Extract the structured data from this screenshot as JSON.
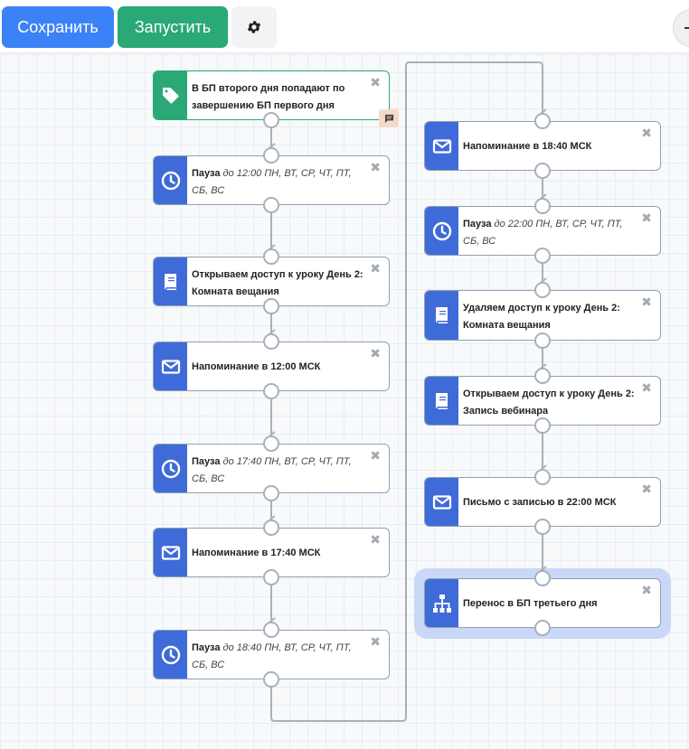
{
  "toolbar": {
    "save_label": "Сохранить",
    "run_label": "Запустить",
    "settings_icon": "gear-icon",
    "zoom_icon": "minus-icon"
  },
  "colors": {
    "save": "#3b82f6",
    "run": "#2aa876",
    "trigger": "#2aa876",
    "action": "#3f6bd8",
    "highlight": "#c9d8f7"
  },
  "nodes": [
    {
      "id": "trigger",
      "icon": "tag-icon",
      "title": "В БП второго дня попадают по завершению БП первого дня",
      "detail": ""
    },
    {
      "id": "pause-1",
      "icon": "clock-icon",
      "title": "Пауза",
      "detail": "до 12:00 ПН, ВТ, СР, ЧТ, ПТ, СБ, ВС"
    },
    {
      "id": "open-1",
      "icon": "book-icon",
      "title": "Открываем доступ к уроку День 2: Комната вещания",
      "detail": ""
    },
    {
      "id": "remind-1",
      "icon": "mail-icon",
      "title": "Напоминание в 12:00 МСК",
      "detail": ""
    },
    {
      "id": "pause-2",
      "icon": "clock-icon",
      "title": "Пауза",
      "detail": "до 17:40 ПН, ВТ, СР, ЧТ, ПТ, СБ, ВС"
    },
    {
      "id": "remind-2",
      "icon": "mail-icon",
      "title": "Напоминание в 17:40 МСК",
      "detail": ""
    },
    {
      "id": "pause-3",
      "icon": "clock-icon",
      "title": "Пауза",
      "detail": "до 18:40 ПН, ВТ, СР, ЧТ, ПТ, СБ, ВС"
    },
    {
      "id": "remind-3",
      "icon": "mail-icon",
      "title": "Напоминание в 18:40 МСК",
      "detail": ""
    },
    {
      "id": "pause-4",
      "icon": "clock-icon",
      "title": "Пауза",
      "detail": "до 22:00 ПН, ВТ, СР, ЧТ, ПТ, СБ, ВС"
    },
    {
      "id": "remove-access",
      "icon": "book-icon",
      "title": "Удаляем доступ к уроку День 2: Комната вещания",
      "detail": ""
    },
    {
      "id": "open-2",
      "icon": "book-icon",
      "title": "Открываем доступ к уроку День 2: Запись вебинара",
      "detail": ""
    },
    {
      "id": "letter",
      "icon": "mail-icon",
      "title": "Письмо с записью в 22:00 МСК",
      "detail": ""
    },
    {
      "id": "transfer",
      "icon": "sitemap-icon",
      "title": "Перенос в БП третьего дня",
      "detail": ""
    }
  ]
}
